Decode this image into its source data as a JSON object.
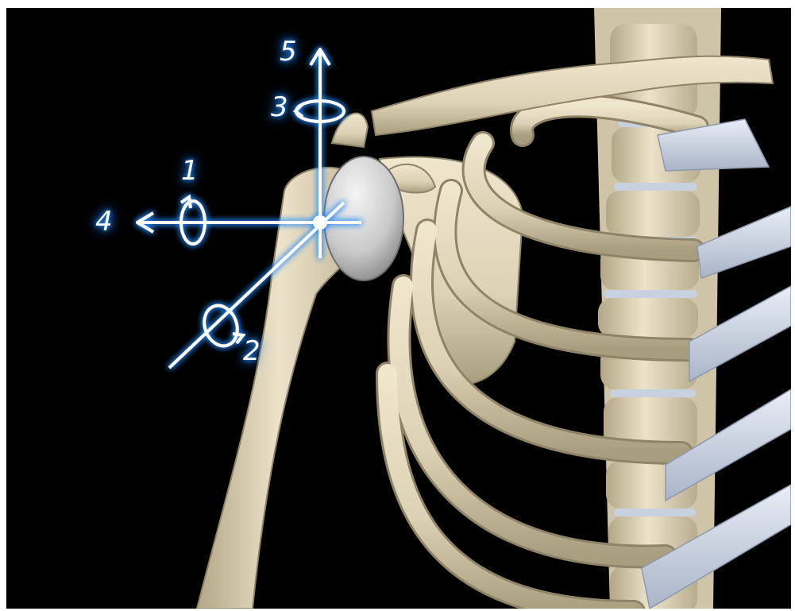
{
  "axis_labels": [
    "1",
    "2",
    "3",
    "4",
    "5"
  ],
  "colors": {
    "background": "#000000",
    "bone": "#e6dcc3",
    "bone_shadow": "#b9ad90",
    "cartilage": "#cfd7e6",
    "axis_line": "#ffffff",
    "axis_glow": "#2a8cff"
  },
  "icons": [
    "rotation-arrow-icon",
    "axis-arrow-icon",
    "joint-center-dot-icon"
  ]
}
